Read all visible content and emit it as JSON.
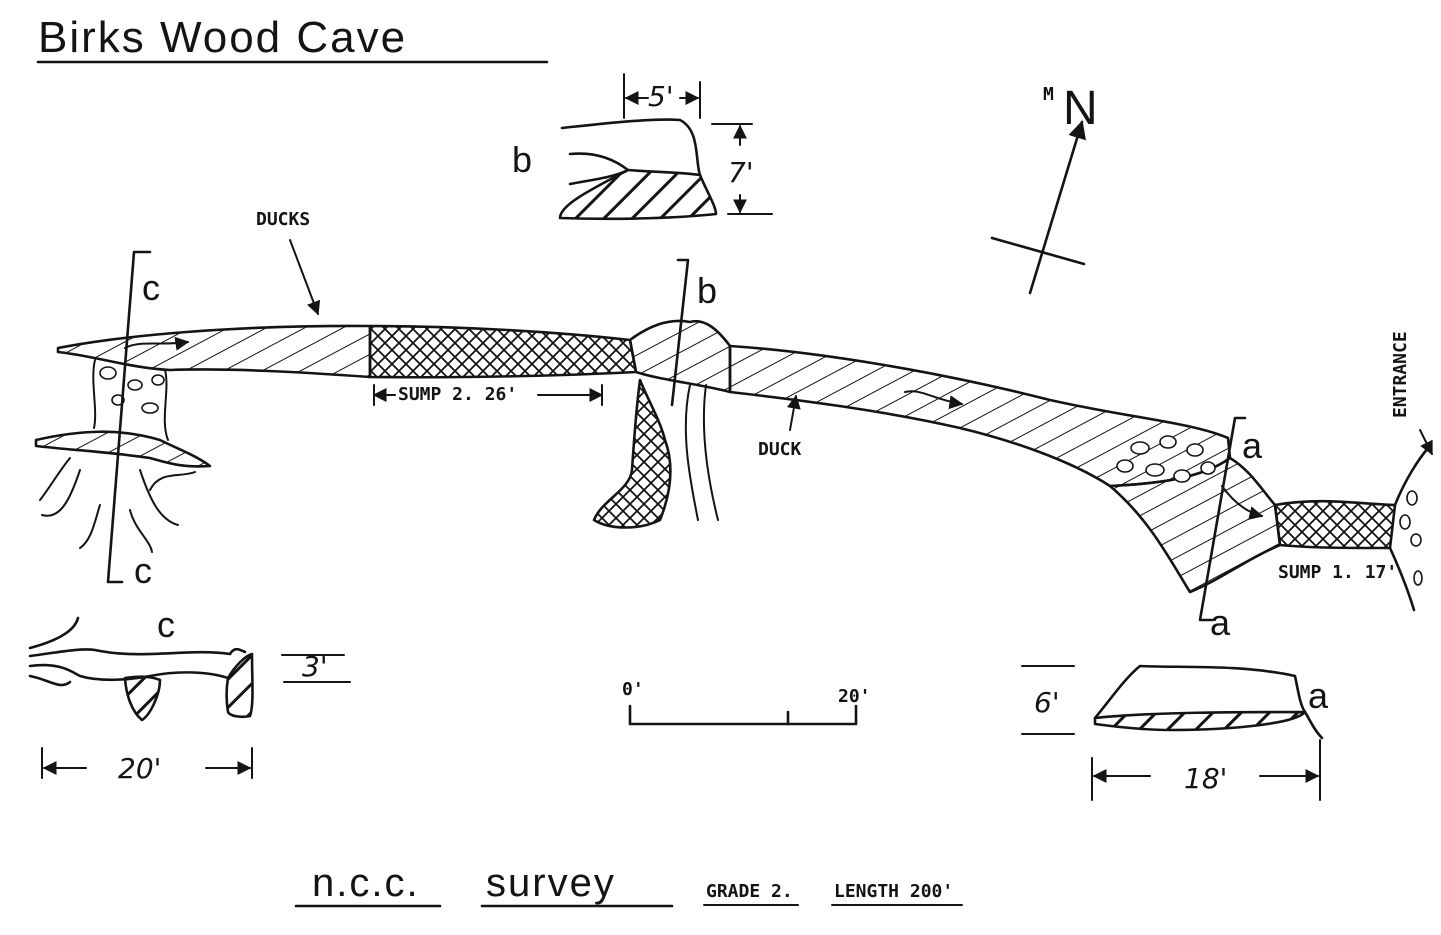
{
  "title": "Birks Wood Cave",
  "labels": {
    "ducks": "DUCKS",
    "duck": "DUCK",
    "sump2": "SUMP 2. 26'",
    "sump1": "SUMP 1. 17'",
    "entrance": "ENTRANCE",
    "north": "N",
    "magnetic": "M"
  },
  "sections": {
    "a": {
      "letter": "a",
      "height": "6'",
      "width": "18'"
    },
    "b": {
      "letter": "b",
      "height": "7'",
      "width": "5'"
    },
    "c": {
      "letter": "c",
      "height": "3'",
      "width": "20'"
    }
  },
  "scale": {
    "start": "0'",
    "end": "20'"
  },
  "footer": {
    "org": "n.c.c.",
    "survey": "survey",
    "grade": "GRADE 2.",
    "length": "LENGTH 200'"
  }
}
